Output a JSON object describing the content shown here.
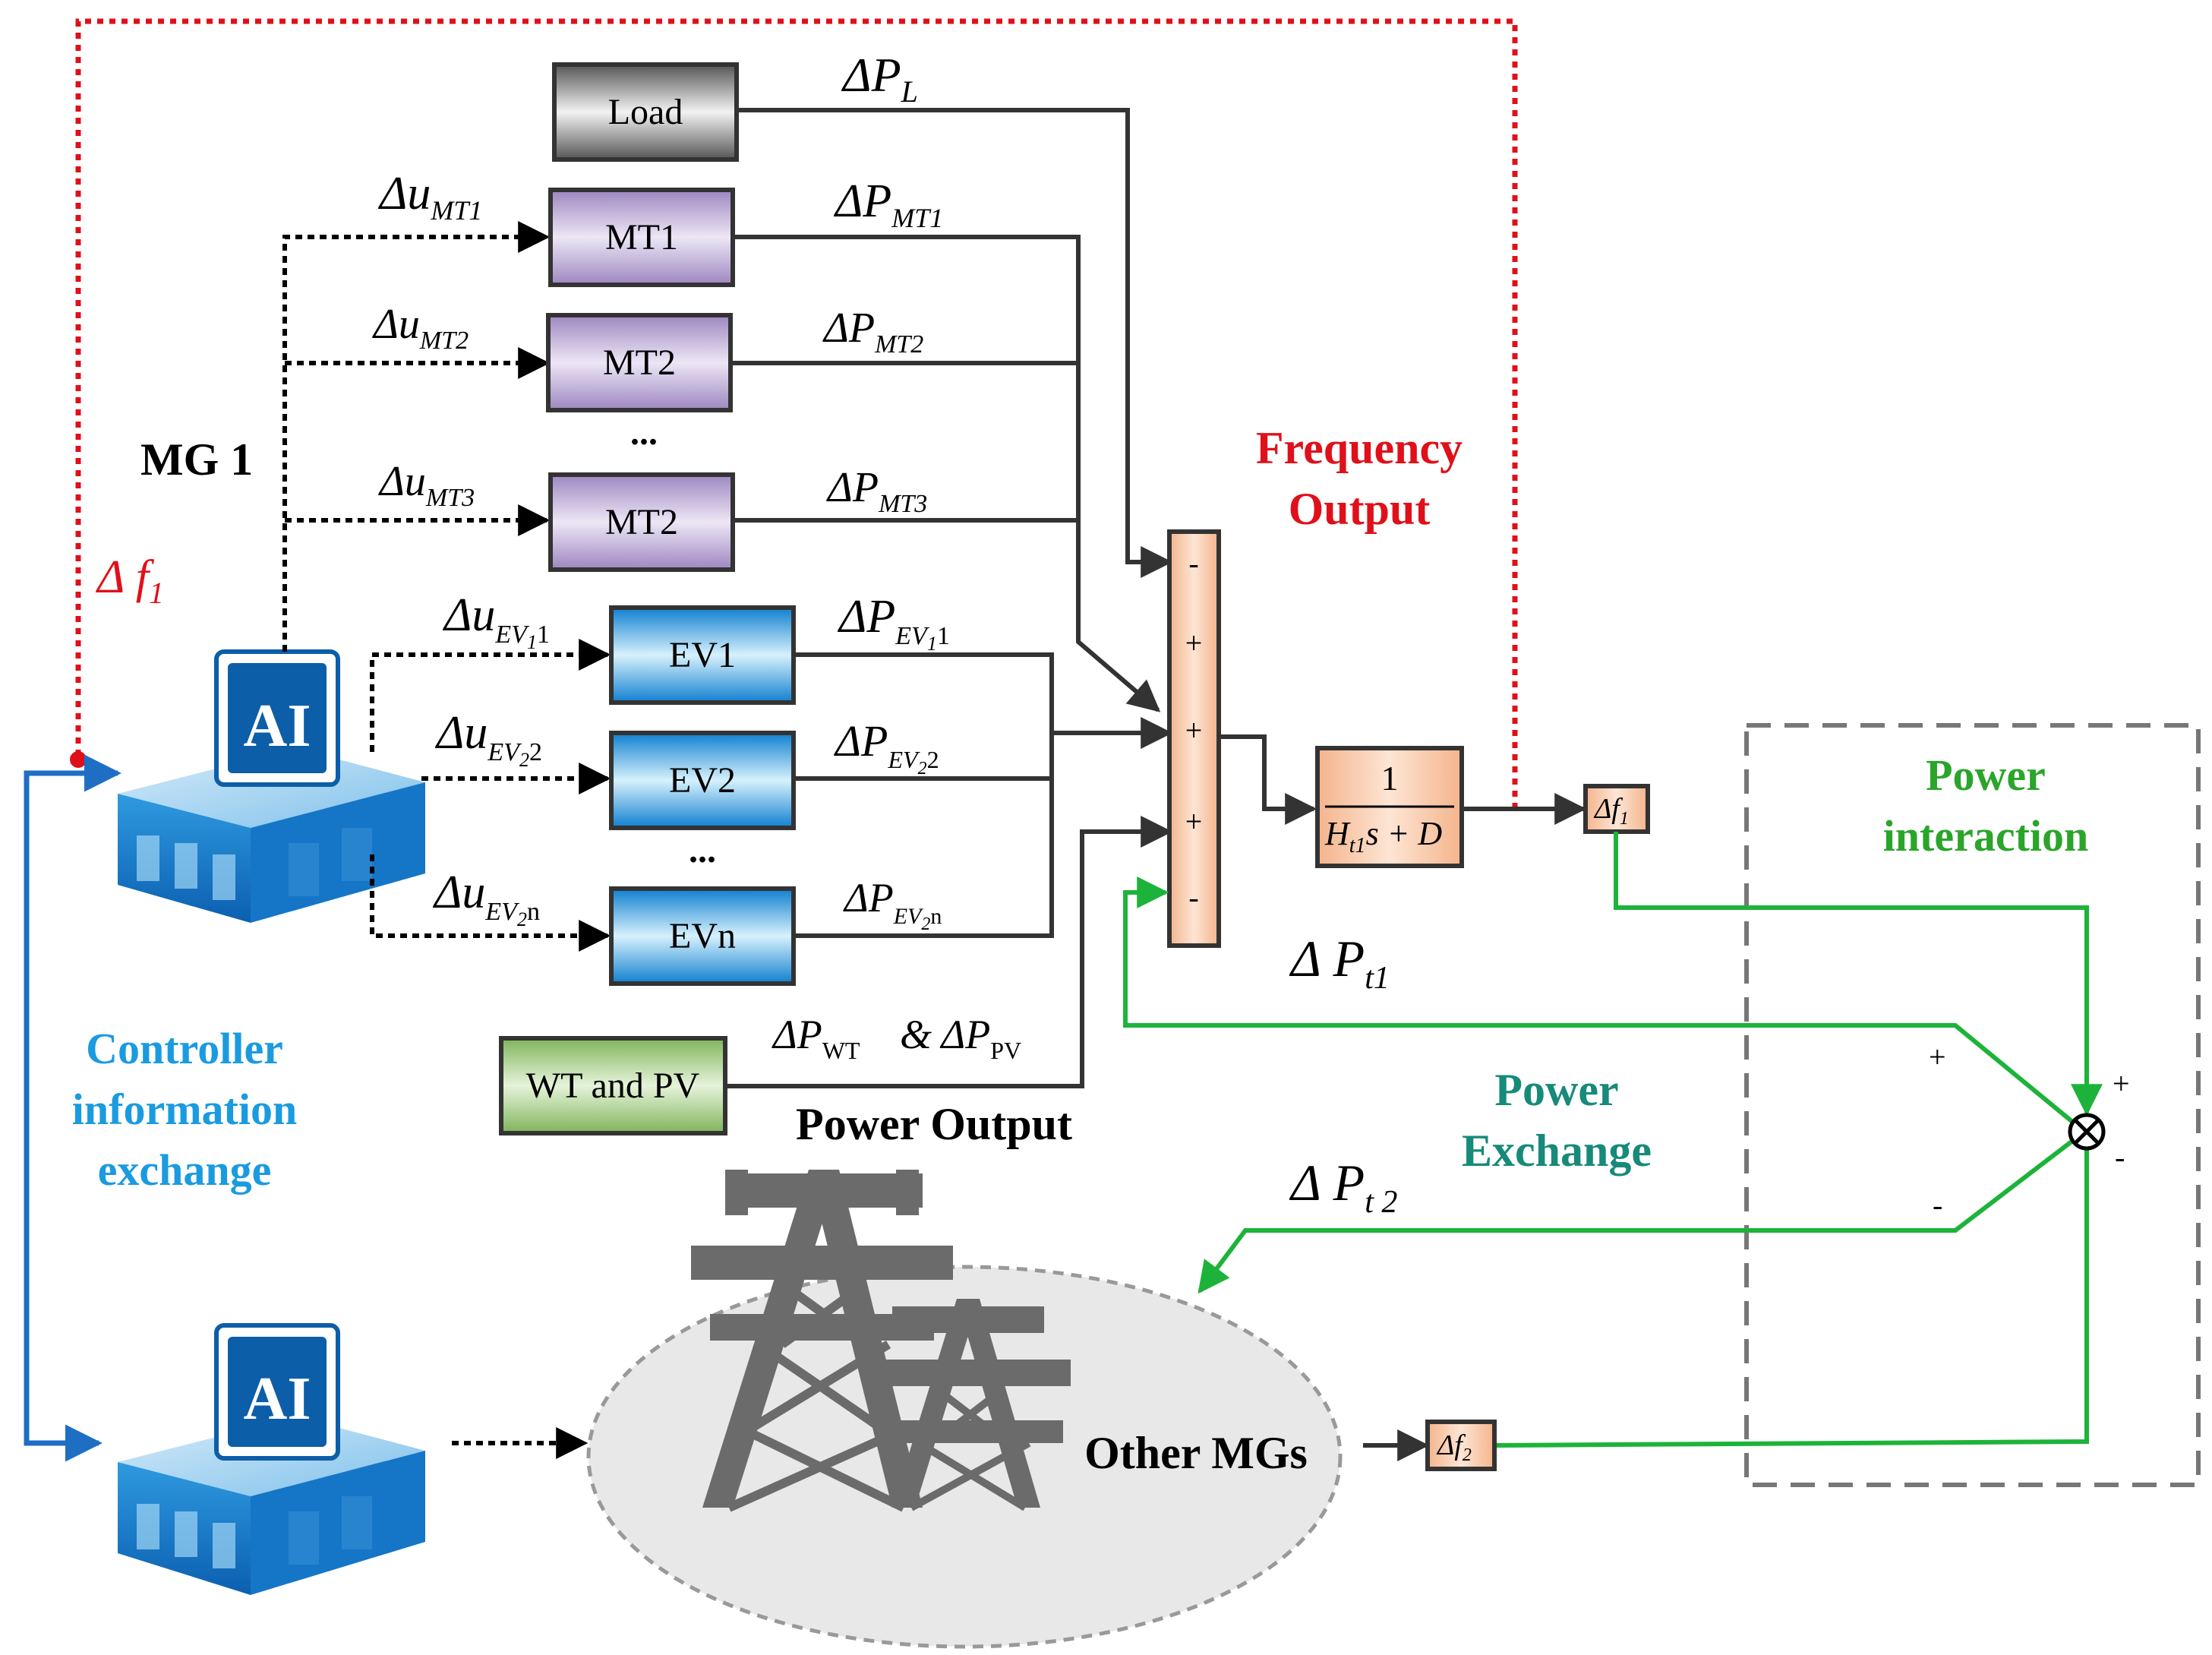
{
  "labels": {
    "mg1": "MG 1",
    "delta_f1_feedback": "Δ f",
    "delta_f1_feedback_sub": "1",
    "frequency_output_line1": "Frequency",
    "frequency_output_line2": "Output",
    "power_interaction_line1": "Power",
    "power_interaction_line2": "interaction",
    "power_exchange_line1": "Power",
    "power_exchange_line2": "Exchange",
    "controller_line1": "Controller",
    "controller_line2": "information",
    "controller_line3": "exchange",
    "power_output": "Power Output",
    "other_mgs": "Other MGs",
    "ellipsis": "..."
  },
  "blocks": {
    "load": "Load",
    "mt1": "MT1",
    "mt2a": "MT2",
    "mt2b": "MT2",
    "ev1": "EV1",
    "ev2": "EV2",
    "evn": "EVn",
    "wt_pv": "WT and PV",
    "tf_numerator": "1",
    "tf_denominator_h": "H",
    "tf_denominator_sub": "t1",
    "tf_denominator_rest": "s + D",
    "df1_block": "Δf",
    "df1_block_sub": "1",
    "df2_block": "Δf",
    "df2_block_sub": "2",
    "ai_badge": "AI"
  },
  "signals": {
    "dPL": {
      "main": "ΔP",
      "sub": "L"
    },
    "dPMT1": {
      "main": "ΔP",
      "sub": "MT1"
    },
    "dPMT2": {
      "main": "ΔP",
      "sub": "MT2"
    },
    "dPMT3": {
      "main": "ΔP",
      "sub": "MT3"
    },
    "dPEV1": {
      "main": "ΔP",
      "sub": "EV",
      "subsub": "1",
      "tail": "1"
    },
    "dPEV2": {
      "main": "ΔP",
      "sub": "EV",
      "subsub": "2",
      "tail": "2"
    },
    "dPEVn": {
      "main": "ΔP",
      "sub": "EV",
      "subsub": "2",
      "tail": "n"
    },
    "dPWT": {
      "main": "ΔP",
      "sub": "WT"
    },
    "dPPV_amp": "& ΔP",
    "dPPV_sub": "PV",
    "duMT1": {
      "main": "Δu",
      "sub": "MT1"
    },
    "duMT2": {
      "main": "Δu",
      "sub": "MT2"
    },
    "duMT3": {
      "main": "Δu",
      "sub": "MT3"
    },
    "duEV1": {
      "main": "Δu",
      "sub": "EV",
      "subsub": "1",
      "tail": "1"
    },
    "duEV2": {
      "main": "Δu",
      "sub": "EV",
      "subsub": "2",
      "tail": "2"
    },
    "duEVn": {
      "main": "Δu",
      "sub": "EV",
      "subsub": "2",
      "tail": "n"
    },
    "dPt1": {
      "main": "Δ P",
      "sub": "t1"
    },
    "dPt2": {
      "main": "Δ P",
      "sub": "t 2"
    }
  },
  "summer_signs": [
    "-",
    "+",
    "+",
    "+",
    "-"
  ],
  "junction_signs": {
    "top_left": "+",
    "bottom_left": "-",
    "top_right": "+",
    "bottom_right": "-"
  },
  "colors": {
    "feedback_red": "#e0101a",
    "green_line": "#1db33a",
    "frequency_text": "#e0101a",
    "power_interaction_text": "#2aa52a",
    "power_exchange_text": "#178a7a",
    "controller_text": "#1a9be0",
    "controller_line": "#1e6fc4",
    "mt_block": "#b9a3d4",
    "ev_block": "#2aa0e0",
    "wt_block": "#a3cd80",
    "summer_block": "#f8c8a8",
    "load_block": "#888888"
  }
}
